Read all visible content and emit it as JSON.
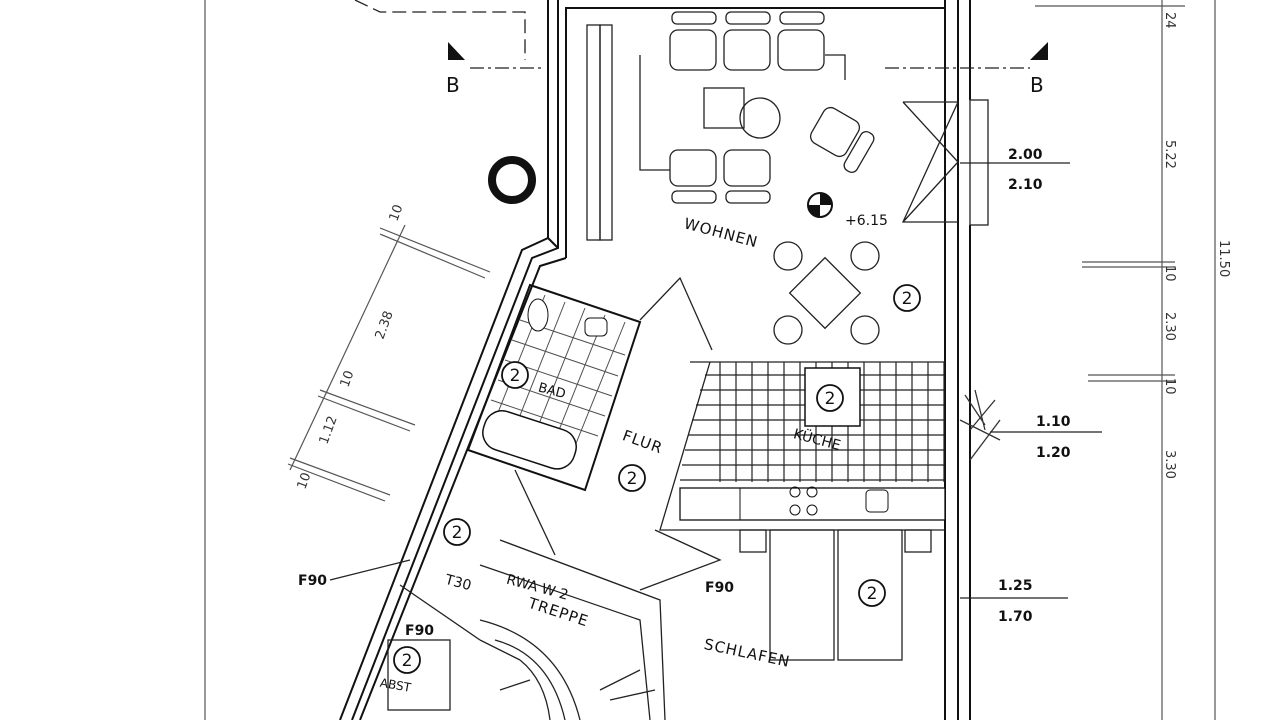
{
  "plan": {
    "rooms": {
      "wohnen": "WOHNEN",
      "flur": "FLUR",
      "kueche": "KÜCHE",
      "bad": "BAD",
      "schlafen": "SCHLAFEN",
      "treppe": "TREPPE",
      "abst": "ABST"
    },
    "room_marker": "2",
    "section_marker": "B",
    "level": "+6.15",
    "annotations": {
      "rwa": "RWA  W 2",
      "t30": "T30",
      "f90": "F90"
    },
    "window_dims": [
      {
        "top": "2.00",
        "bottom": "2.10"
      },
      {
        "top": "1.10",
        "bottom": "1.20"
      },
      {
        "top": "1.25",
        "bottom": "1.70"
      }
    ],
    "right_dims": [
      "24",
      "5.22",
      "10",
      "2.30",
      "10",
      "3.30"
    ],
    "overall_dim": "11.50",
    "left_dims": [
      "10",
      "2.38",
      "10",
      "1.12",
      "10"
    ]
  },
  "colors": {
    "ink": "#111111",
    "paper": "#ffffff"
  }
}
